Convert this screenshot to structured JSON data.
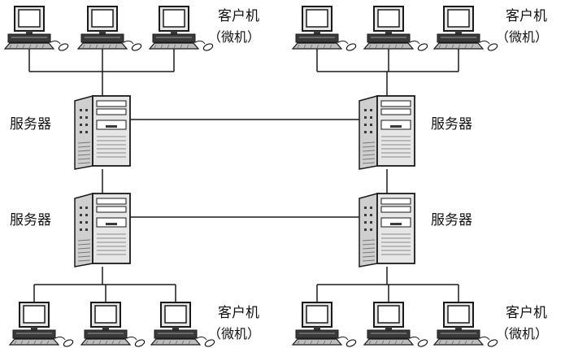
{
  "labels": {
    "client": "客户机",
    "client_sub": "（微机）",
    "server": "服务器"
  },
  "colors": {
    "line": "#1a1a1a",
    "device_fill": "#e6e6e6",
    "device_dark": "#3a3a3a",
    "background": "#ffffff"
  },
  "client_groups": [
    {
      "id": "top-left",
      "clients": 3
    },
    {
      "id": "top-right",
      "clients": 3
    },
    {
      "id": "bottom-left",
      "clients": 3
    },
    {
      "id": "bottom-right",
      "clients": 3
    }
  ],
  "servers": [
    {
      "id": "server-top-left"
    },
    {
      "id": "server-top-right"
    },
    {
      "id": "server-bottom-left"
    },
    {
      "id": "server-bottom-right"
    }
  ],
  "links": [
    {
      "from": "top-left",
      "to": "server-top-left"
    },
    {
      "from": "top-right",
      "to": "server-top-right"
    },
    {
      "from": "server-top-left",
      "to": "server-top-right"
    },
    {
      "from": "server-top-left",
      "to": "server-bottom-left"
    },
    {
      "from": "server-top-right",
      "to": "server-bottom-right"
    },
    {
      "from": "server-bottom-left",
      "to": "server-bottom-right"
    },
    {
      "from": "server-bottom-left",
      "to": "bottom-left"
    },
    {
      "from": "server-bottom-right",
      "to": "bottom-right"
    }
  ]
}
